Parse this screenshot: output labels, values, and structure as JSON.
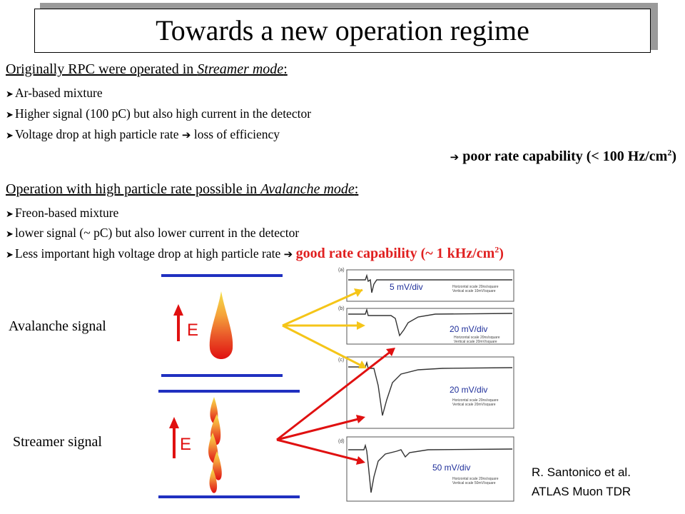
{
  "title": "Towards a new operation regime",
  "streamer_section": {
    "heading_prefix": "Originally RPC were operated in ",
    "heading_italic": "Streamer mode",
    "heading_suffix": ":",
    "bullets": [
      "Ar-based mixture",
      "Higher signal (100 pC) but also high current in the detector"
    ],
    "drop_text": "Voltage drop at high particle rate",
    "drop_result": "loss of efficiency",
    "conclusion": "poor rate capability (< 100 Hz/cm",
    "conclusion_sup": "2",
    "conclusion_end": ")"
  },
  "avalanche_section": {
    "heading_prefix": "Operation with high particle rate possible in ",
    "heading_italic": "Avalanche mode",
    "heading_suffix": ":",
    "bullets": [
      "Freon-based mixture",
      "lower signal (~ pC) but also lower current in the detector"
    ],
    "last_text": "Less important high voltage drop at high particle rate",
    "good": "good rate capability (~ 1 kHz/cm",
    "good_sup": "2",
    "good_end": ")"
  },
  "figure": {
    "avalanche_label": "Avalanche signal",
    "streamer_label": "Streamer signal",
    "field_label": "E",
    "traces": [
      {
        "tag": "(a)",
        "scale": "5 mV/div",
        "note_h": "Horizontal scale 20ns/square",
        "note_v": "Vertical scale 10mV/square"
      },
      {
        "tag": "(b)",
        "scale": "20 mV/div",
        "note_h": "Horizontal scale 20ns/square",
        "note_v": "Vertical scale 20mV/square"
      },
      {
        "tag": "(c)",
        "scale": "20 mV/div",
        "note_h": "Horizontal scale 20ns/square",
        "note_v": "Vertical scale 20mV/square"
      },
      {
        "tag": "(d)",
        "scale": "50 mV/div",
        "note_h": "Horizontal scale 20ns/square",
        "note_v": "Vertical scale 50mV/square"
      }
    ]
  },
  "credit": {
    "line1": "R. Santonico et al.",
    "line2": "ATLAS Muon TDR"
  },
  "colors": {
    "avalanche_arrow": "#f5c518",
    "streamer_arrow": "#e01010",
    "field_arrow": "#e01010",
    "electrode": "#2030c0",
    "scale_text": "#1f2f9a"
  }
}
